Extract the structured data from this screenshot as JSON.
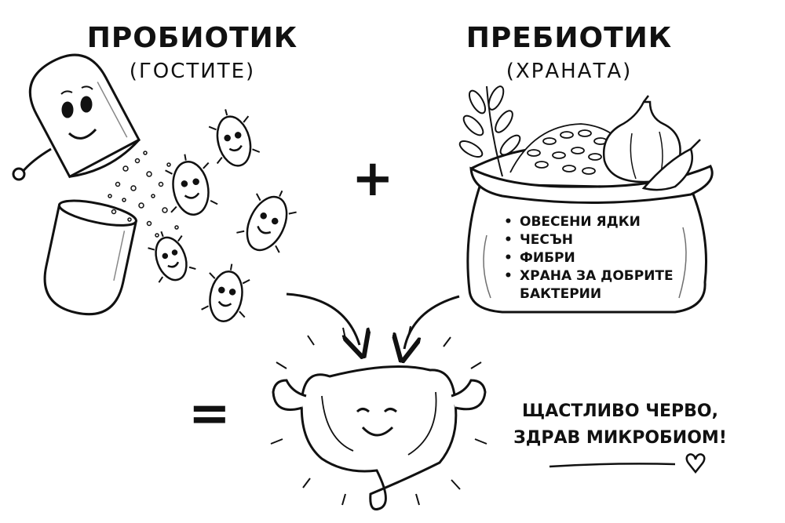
{
  "probiotic": {
    "title": "ПРОБИОТИК",
    "subtitle": "(ГОСТИТЕ)"
  },
  "prebiotic": {
    "title": "ПРЕБИОТИК",
    "subtitle": "(ХРАНАТА)",
    "items": [
      "ОВЕСЕНИ ЯДКИ",
      "ЧЕСЪН",
      "ФИБРИ",
      "ХРАНА ЗА ДОБРИТЕ\nБАКТЕРИИ"
    ]
  },
  "operators": {
    "plus": "+",
    "equals": "="
  },
  "result": {
    "line1": "ЩАСТЛИВО ЧЕРВО,",
    "line2": "ЗДРАВ МИКРОБИОМ!"
  },
  "icons": [
    "capsule-icon",
    "bacteria-icon",
    "grain-sack-icon",
    "garlic-icon",
    "leaf-sprig-icon",
    "intestine-icon",
    "heart-icon",
    "arrow-icon"
  ]
}
